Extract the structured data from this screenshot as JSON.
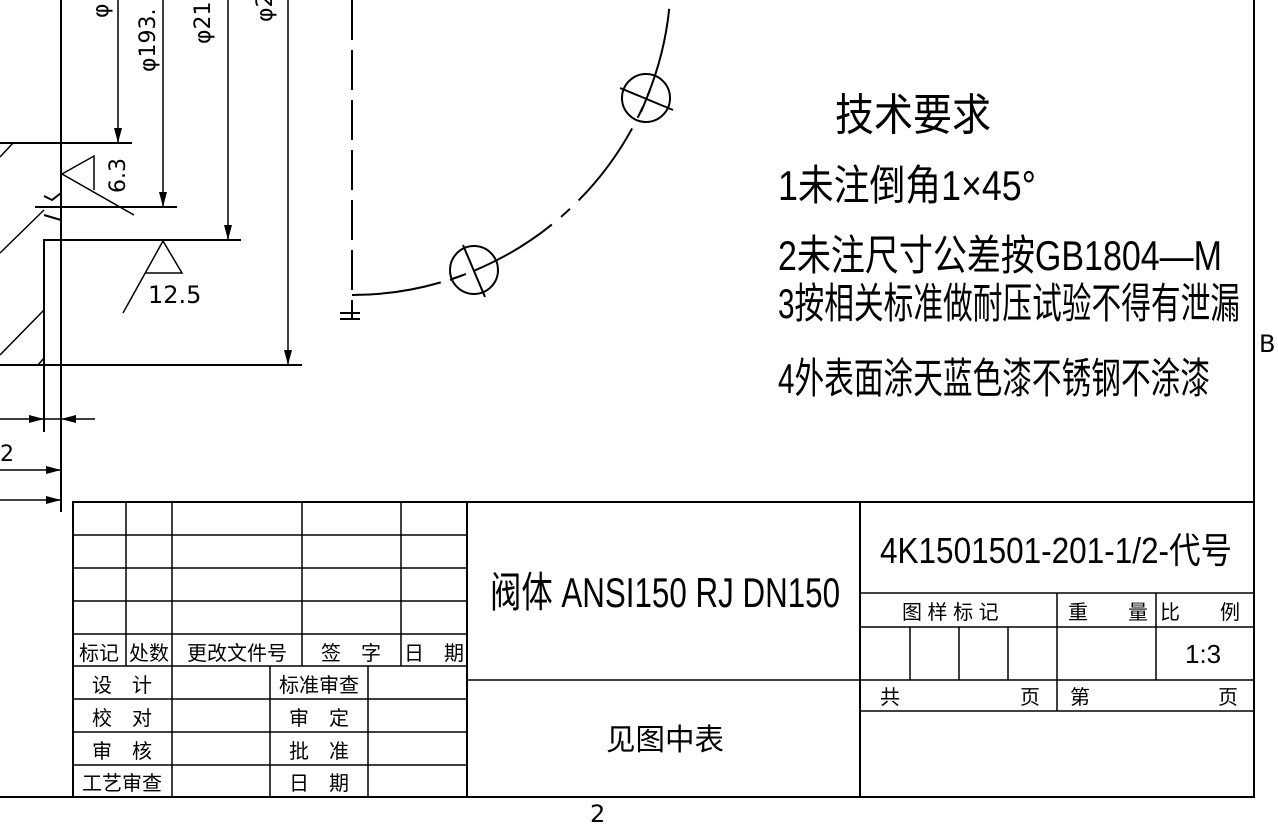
{
  "dimensions": {
    "d_partial_1": "φ",
    "d_193": "φ193.",
    "d_21": "φ21",
    "d_2x": "φ2",
    "roughness_6_3": "6.3",
    "roughness_12_5": "12.5",
    "width_2": "2"
  },
  "tech_requirements": {
    "title": "技术要求",
    "items": [
      "1未注倒角1×45°",
      "2未注尺寸公差按GB1804—M",
      "3按相关标准做耐压试验不得有泄漏",
      "4外表面涂天蓝色漆不锈钢不涂漆"
    ]
  },
  "frame": {
    "zone_letter": "B",
    "zone_number": "2"
  },
  "title_block": {
    "revision_headers": [
      "标记",
      "处数",
      "更改文件号",
      "签　字",
      "日　期"
    ],
    "signatures_left": [
      "设　计",
      "校　对",
      "审　核",
      "工艺审查"
    ],
    "signatures_right": [
      "标准审查",
      "审　定",
      "批　准",
      "日　期"
    ],
    "part_name": "阀体 ANSI150 RJ DN150",
    "material": "见图中表",
    "drawing_number": "4K1501501-201-1/2-代号",
    "drawing_mark_label": "图 样 标 记",
    "weight_label": "重　　量",
    "scale_label": "比　　例",
    "scale_value": "1:3",
    "total_pages_label_start": "共",
    "total_pages_label_end": "页",
    "page_label_start": "第",
    "page_label_end": "页"
  }
}
